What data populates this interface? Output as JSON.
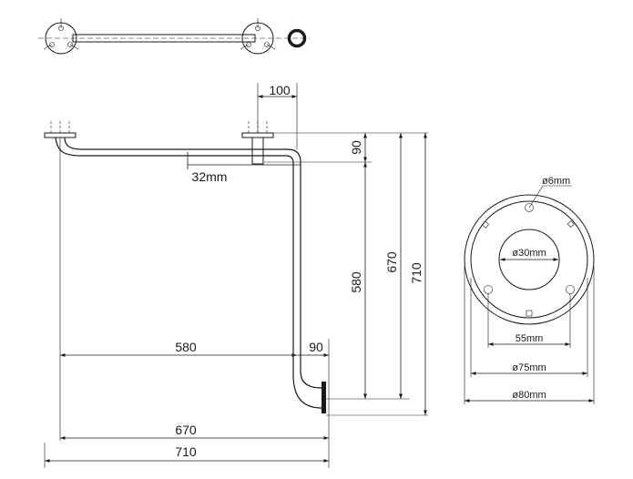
{
  "dimensions": {
    "top_offset": "100",
    "flange_height": "90",
    "tube_diameter": "32mm",
    "vertical_580": "580",
    "vertical_670": "670",
    "vertical_710": "710",
    "horizontal_580": "580",
    "horizontal_90": "90",
    "horizontal_670": "670",
    "horizontal_710": "710"
  },
  "flange_detail": {
    "screw_hole": "ø6mm",
    "inner_hole": "ø30mm",
    "hole_spacing": "55mm",
    "bolt_circle": "ø75mm",
    "outer_diameter": "ø80mm"
  }
}
